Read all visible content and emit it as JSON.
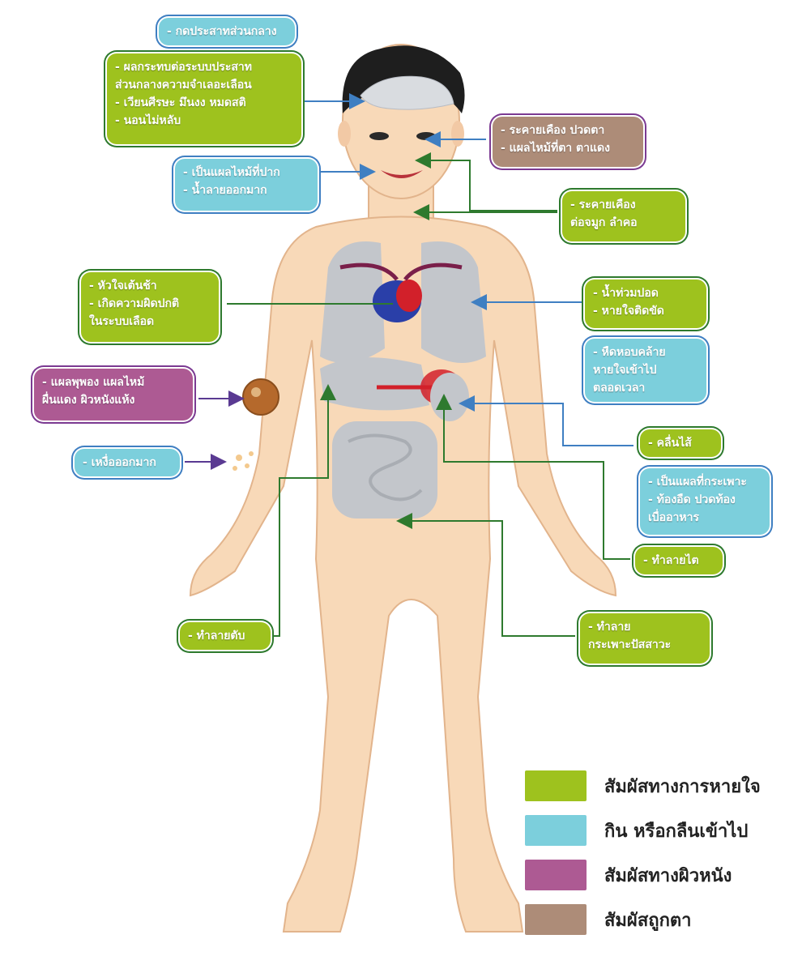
{
  "callouts": {
    "cns": "- กดประสาทส่วนกลาง",
    "brain": "- ผลกระทบต่อระบบประสาท\n  ส่วนกลางความจำเลอะเลือน\n- เวียนศีรษะ มึนงง หมดสติ\n- นอนไม่หลับ",
    "eye": "- ระคายเคือง ปวดตา\n- แผลไหม้ที่ตา ตาแดง",
    "mouth": "- เป็นแผลไหม้ที่ปาก\n- น้ำลายออกมาก",
    "nose": "- ระคายเคือง\n  ต่อจมูก ลำคอ",
    "heart": "- หัวใจเต้นช้า\n- เกิดความผิดปกติ\n  ในระบบเลือด",
    "lung": "- น้ำท่วมปอด\n- หายใจติดขัด",
    "breath": "- หืดหอบคล้าย\n  หายใจเข้าไป\n  ตลอดเวลา",
    "skin": "- แผลพุพอง แผลไหม้\n  ผื่นแดง ผิวหนังแห้ง",
    "sweat": "- เหงื่อออกมาก",
    "nausea": "- คลื่นไส้",
    "stomach": "- เป็นแผลที่กระเพาะ\n- ท้องอืด ปวดท้อง\n  เบื่ออาหาร",
    "kidney": "- ทำลายไต",
    "liver": "- ทำลายตับ",
    "bladder": "- ทำลาย\n  กระเพาะปัสสาวะ"
  },
  "legend": [
    {
      "label": "สัมผัสทางการหายใจ",
      "color": "#9ec21e"
    },
    {
      "label": "กิน หรือกลืนเข้าไป",
      "color": "#7ccfdc"
    },
    {
      "label": "สัมผัสทางผิวหนัง",
      "color": "#ad5a93"
    },
    {
      "label": "สัมผัสถูกตา",
      "color": "#ad8c78"
    }
  ],
  "colors": {
    "skin": "#f8d9b8",
    "hair": "#1e1e1e",
    "organ_gray": "#c3c6cb",
    "green_arrow": "#2e7a2e",
    "blue_arrow": "#3f7fc2",
    "purple_arrow": "#5a3a92"
  }
}
